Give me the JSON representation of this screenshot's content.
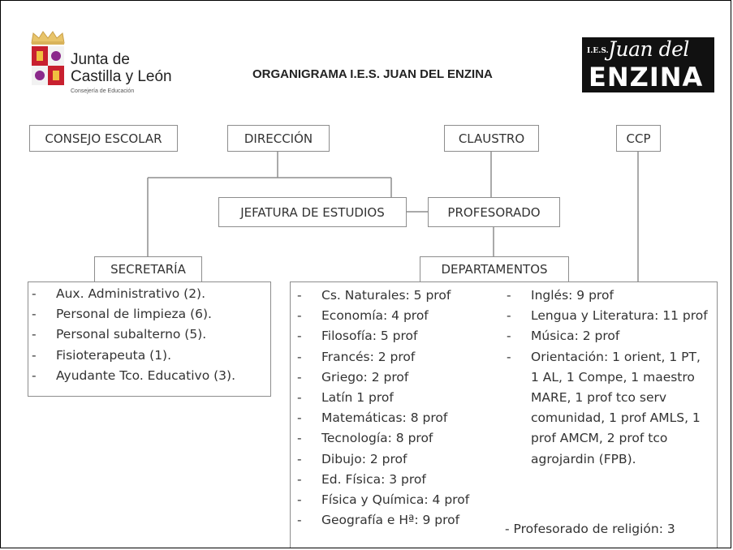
{
  "header": {
    "title": "ORGANIGRAMA I.E.S. JUAN DEL ENZINA",
    "jcyl_logo": {
      "line1": "Junta de",
      "line2": "Castilla y León",
      "line3": "Consejería de Educación"
    },
    "school_logo": {
      "prefix": "I.E.S.",
      "name": "Juan del",
      "surname": "ENZINA"
    }
  },
  "nodes": {
    "consejo": "CONSEJO ESCOLAR",
    "direccion": "DIRECCIÓN",
    "claustro": "CLAUSTRO",
    "ccp": "CCP",
    "jefatura": "JEFATURA DE ESTUDIOS",
    "profesorado": "PROFESORADO",
    "secretaria": "SECRETARÍA",
    "departamentos": "DEPARTAMENTOS"
  },
  "secretaria_list": [
    "Aux. Administrativo (2).",
    "Personal de limpieza (6).",
    "Personal subalterno (5).",
    "Fisioterapeuta (1).",
    "Ayudante Tco. Educativo (3)."
  ],
  "departamentos_left": [
    "Cs. Naturales: 5 prof",
    "Economía: 4 prof",
    "Filosofía: 5 prof",
    "Francés: 2 prof",
    "Griego: 2 prof",
    "Latín 1 prof",
    "Matemáticas: 8 prof",
    "Tecnología: 8 prof",
    "Dibujo: 2 prof",
    "Ed. Física: 3 prof",
    "Física y Química: 4 prof",
    "Geografía e Hª: 9 prof"
  ],
  "departamentos_right": [
    "Inglés: 9 prof",
    "Lengua y Literatura: 11 prof",
    "Música: 2 prof",
    "Orientación: 1 orient, 1 PT, 1 AL, 1 Compe, 1 maestro MARE, 1 prof tco serv comunidad, 1 prof AMLS, 1 prof AMCM, 2 prof tco agrojardin (FPB)."
  ],
  "departamentos_extra": "- Profesorado de religión: 3",
  "bullet": "-"
}
